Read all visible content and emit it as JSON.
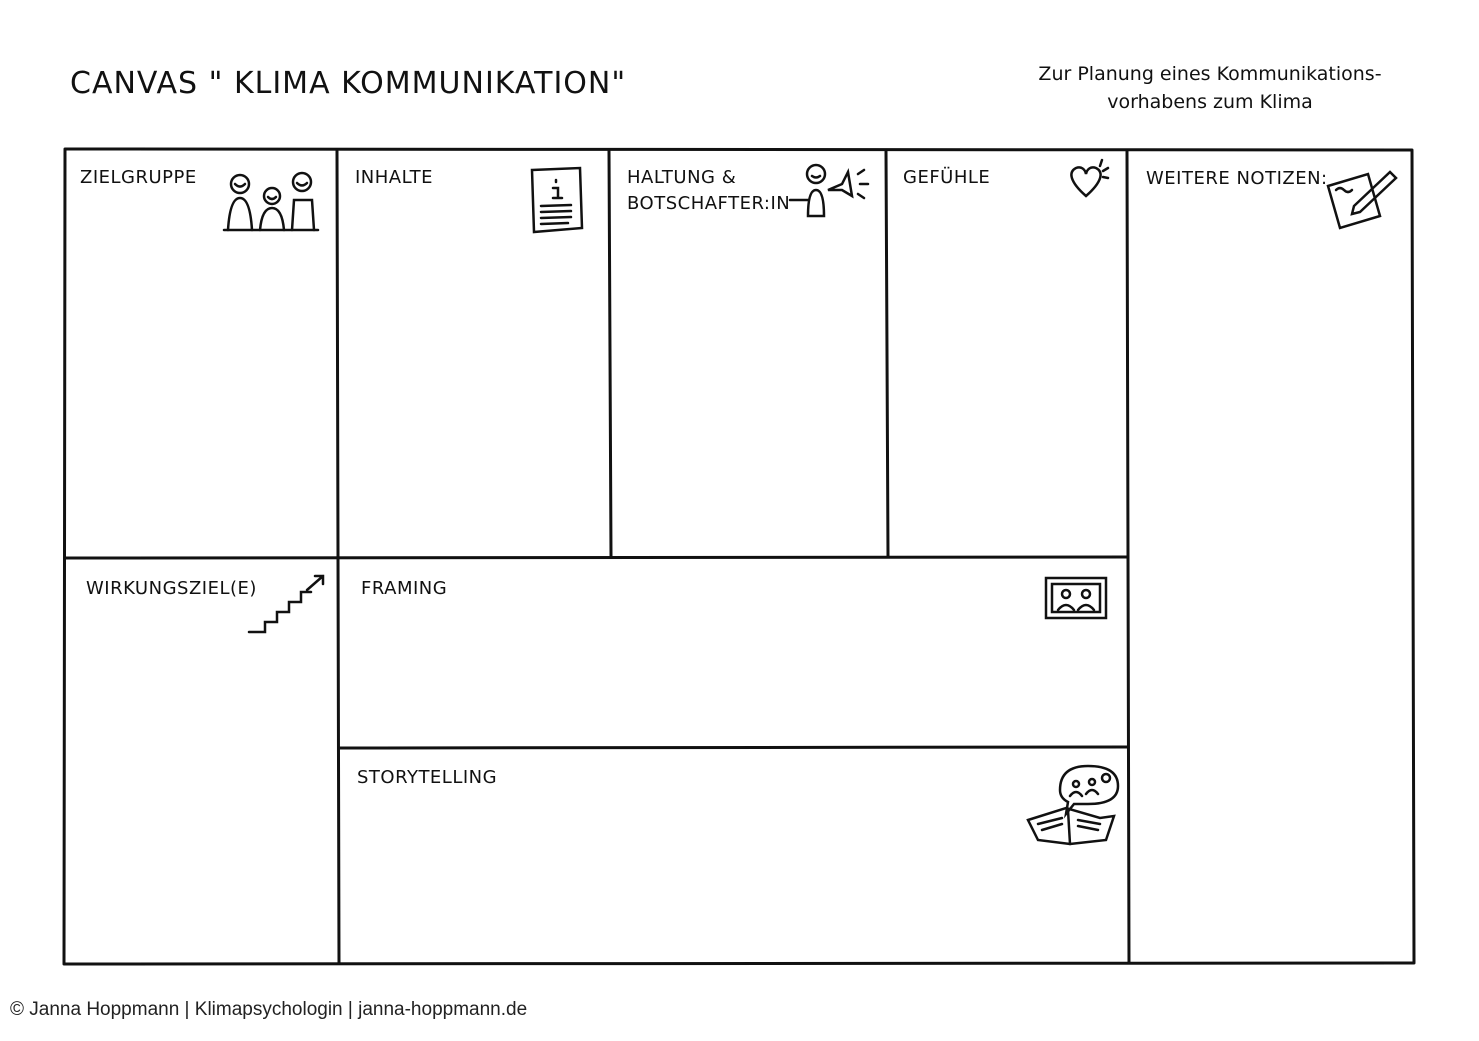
{
  "header": {
    "title": "CANVAS \" KLIMA KOMMUNIKATION\"",
    "subtitle_line1": "Zur Planung eines Kommunikations-",
    "subtitle_line2": "vorhabens zum Klima"
  },
  "cells": {
    "zielgruppe": {
      "label": "ZIELGRUPPE",
      "icon": "three-people-icon"
    },
    "inhalte": {
      "label": "INHALTE",
      "icon": "info-document-icon"
    },
    "haltung": {
      "label_line1": "HALTUNG &",
      "label_line2": "BOTSCHAFTER:IN",
      "icon": "megaphone-person-icon"
    },
    "gefuehle": {
      "label": "GEFÜHLE",
      "icon": "heart-icon"
    },
    "notizen": {
      "label": "WEITERE NOTIZEN:",
      "icon": "notepad-pencil-icon"
    },
    "wirkungsziel": {
      "label": "WIRKUNGSZIEL(E)",
      "icon": "stairs-arrow-icon"
    },
    "framing": {
      "label": "FRAMING",
      "icon": "framed-picture-icon"
    },
    "storytelling": {
      "label": "STORYTELLING",
      "icon": "open-book-speech-bubble-icon"
    }
  },
  "footer": {
    "credit": "© Janna Hoppmann | Klimapsychologin | janna-hoppmann.de"
  }
}
